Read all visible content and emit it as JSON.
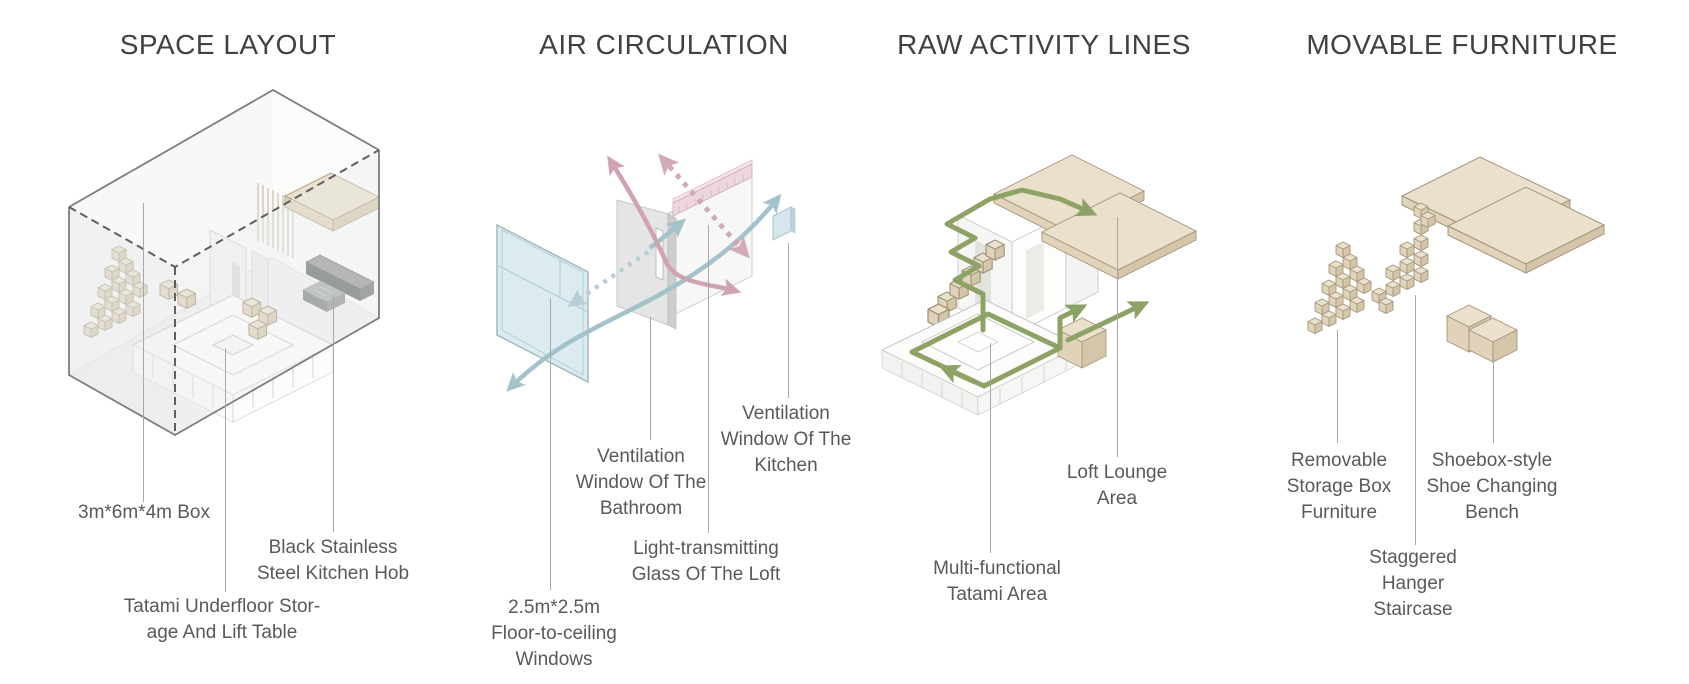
{
  "panels": [
    {
      "id": "space-layout",
      "title": "SPACE LAYOUT",
      "labels": [
        {
          "id": "box-dimensions",
          "text": "3m*6m*4m Box"
        },
        {
          "id": "kitchen-hob",
          "text": "Black Stainless\nSteel Kitchen Hob"
        },
        {
          "id": "tatami-storage",
          "text": "Tatami Underfloor Stor-\nage And Lift Table"
        }
      ]
    },
    {
      "id": "air-circulation",
      "title": "AIR CIRCULATION",
      "labels": [
        {
          "id": "bathroom-window",
          "text": "Ventilation\nWindow Of The\nBathroom"
        },
        {
          "id": "kitchen-window",
          "text": "Ventilation\nWindow Of The\nKitchen"
        },
        {
          "id": "loft-glass",
          "text": "Light-transmitting\nGlass Of The Loft"
        },
        {
          "id": "floor-windows",
          "text": "2.5m*2.5m\nFloor-to-ceiling\nWindows"
        }
      ]
    },
    {
      "id": "raw-activity-lines",
      "title": "RAW ACTIVITY LINES",
      "labels": [
        {
          "id": "loft-lounge",
          "text": "Loft Lounge\nArea"
        },
        {
          "id": "tatami-area",
          "text": "Multi-functional\nTatami Area"
        }
      ]
    },
    {
      "id": "movable-furniture",
      "title": "MOVABLE FURNITURE",
      "labels": [
        {
          "id": "storage-box",
          "text": "Removable\nStorage Box\nFurniture"
        },
        {
          "id": "shoe-bench",
          "text": "Shoebox-style\nShoe Changing\nBench"
        },
        {
          "id": "hanger-staircase",
          "text": "Staggered\nHanger\nStaircase"
        }
      ]
    }
  ],
  "colors": {
    "title_color": "#414141",
    "label_color": "#595959",
    "leader_color": "#a8a8a8",
    "outline": "#7d7d7d",
    "tan_top": "#eae0cb",
    "tan_left": "#e0d3ba",
    "tan_right": "#d5c6a9",
    "tan_edge": "#a3957c",
    "green": "#8da365",
    "blue": "#a3c2cb",
    "blue_dot": "#b7ced6",
    "pink": "#cfa3b1",
    "pink_strip": "#eed6dd",
    "glass": "#d6e7ec",
    "glass_edge": "#9fbac2",
    "wall_gray": "#e5e5e5",
    "hob_top": "#8e9092",
    "hob_front": "#626466"
  }
}
